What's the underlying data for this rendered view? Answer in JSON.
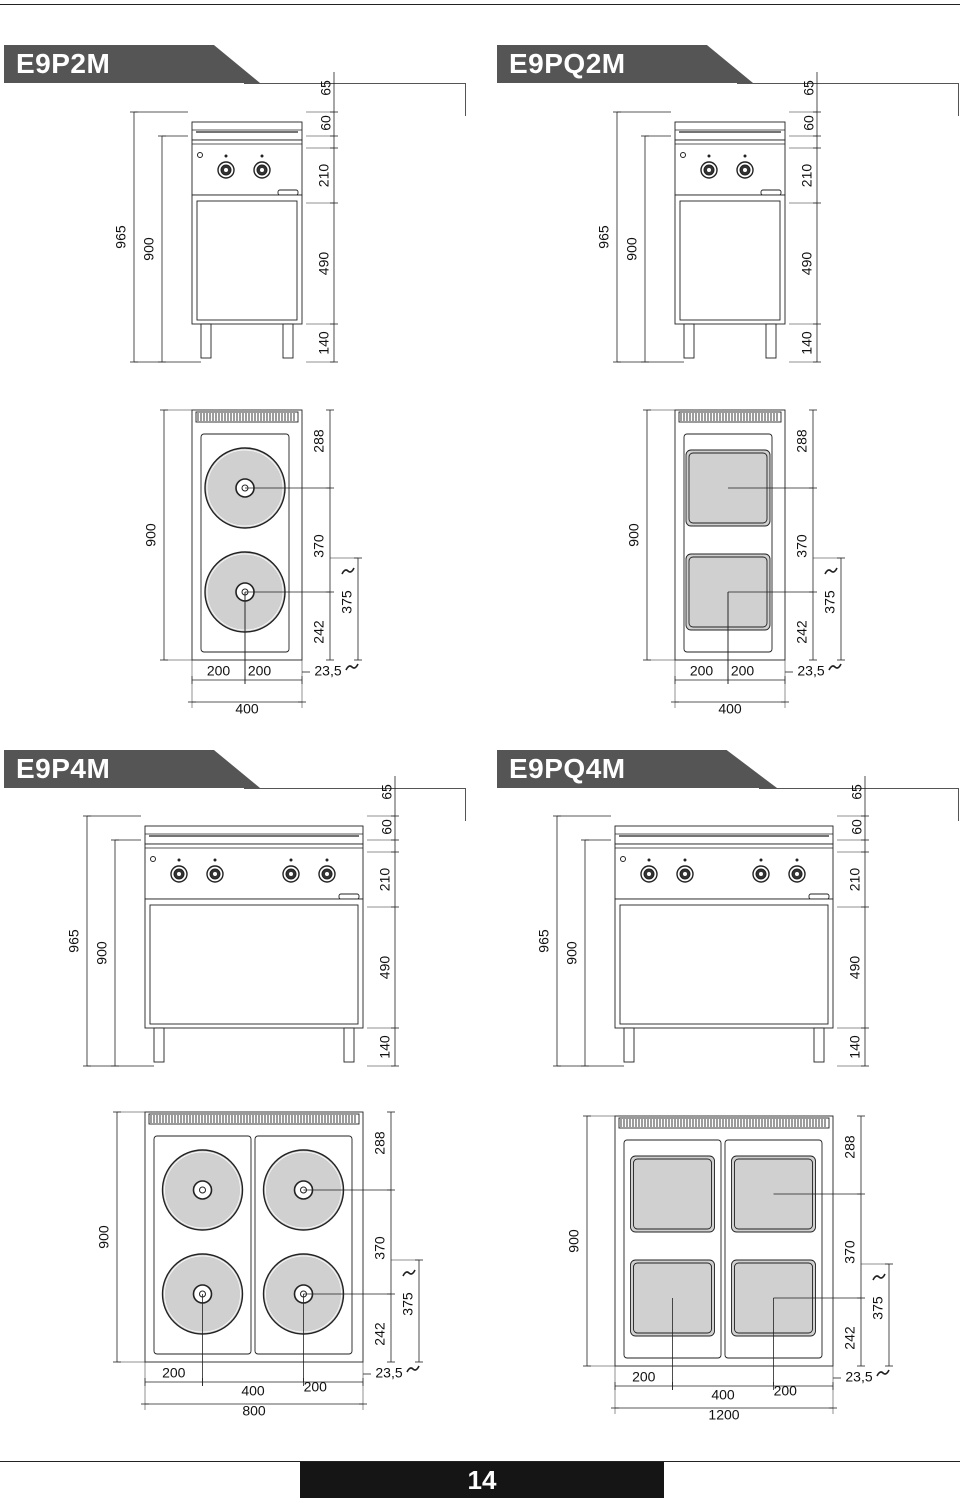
{
  "page_number": "14",
  "models": [
    {
      "name": "E9P2M",
      "type": "round",
      "front": {
        "total": "965",
        "body": "900",
        "top": "65",
        "panel_top": "60",
        "panel": "210",
        "cabinet": "490",
        "legs": "140"
      },
      "plan": {
        "depth": "900",
        "back": "288",
        "pitch": "370",
        "front": "242",
        "zone": "375",
        "side_left": "200",
        "side_right": "200",
        "width": "400",
        "overhang": "23,5"
      }
    },
    {
      "name": "E9PQ2M",
      "type": "square",
      "front": {
        "total": "965",
        "body": "900",
        "top": "65",
        "panel_top": "60",
        "panel": "210",
        "cabinet": "490",
        "legs": "140"
      },
      "plan": {
        "depth": "900",
        "back": "288",
        "pitch": "370",
        "front": "242",
        "zone": "375",
        "side_left": "200",
        "side_right": "200",
        "width": "400",
        "overhang": "23,5"
      }
    },
    {
      "name": "E9P4M",
      "type": "round",
      "front": {
        "total": "965",
        "body": "900",
        "top": "65",
        "panel_top": "60",
        "panel": "210",
        "cabinet": "490",
        "legs": "140"
      },
      "plan": {
        "depth": "900",
        "back": "288",
        "pitch": "370",
        "front": "242",
        "zone": "375",
        "side_left": "200",
        "middle": "400",
        "side_right": "200",
        "width": "800",
        "overhang": "23,5"
      }
    },
    {
      "name": "E9PQ4M",
      "type": "square",
      "front": {
        "total": "965",
        "body": "900",
        "top": "65",
        "panel_top": "60",
        "panel": "210",
        "cabinet": "490",
        "legs": "140"
      },
      "plan": {
        "depth": "900",
        "back": "288",
        "pitch": "370",
        "front": "242",
        "zone": "375",
        "side_left": "200",
        "middle": "400",
        "side_right": "200",
        "width": "1200",
        "overhang": "23,5"
      }
    }
  ],
  "colors": {
    "banner": "#555555",
    "plate": "#cfcfcf",
    "line": "#222222",
    "page_box": "#151515"
  }
}
